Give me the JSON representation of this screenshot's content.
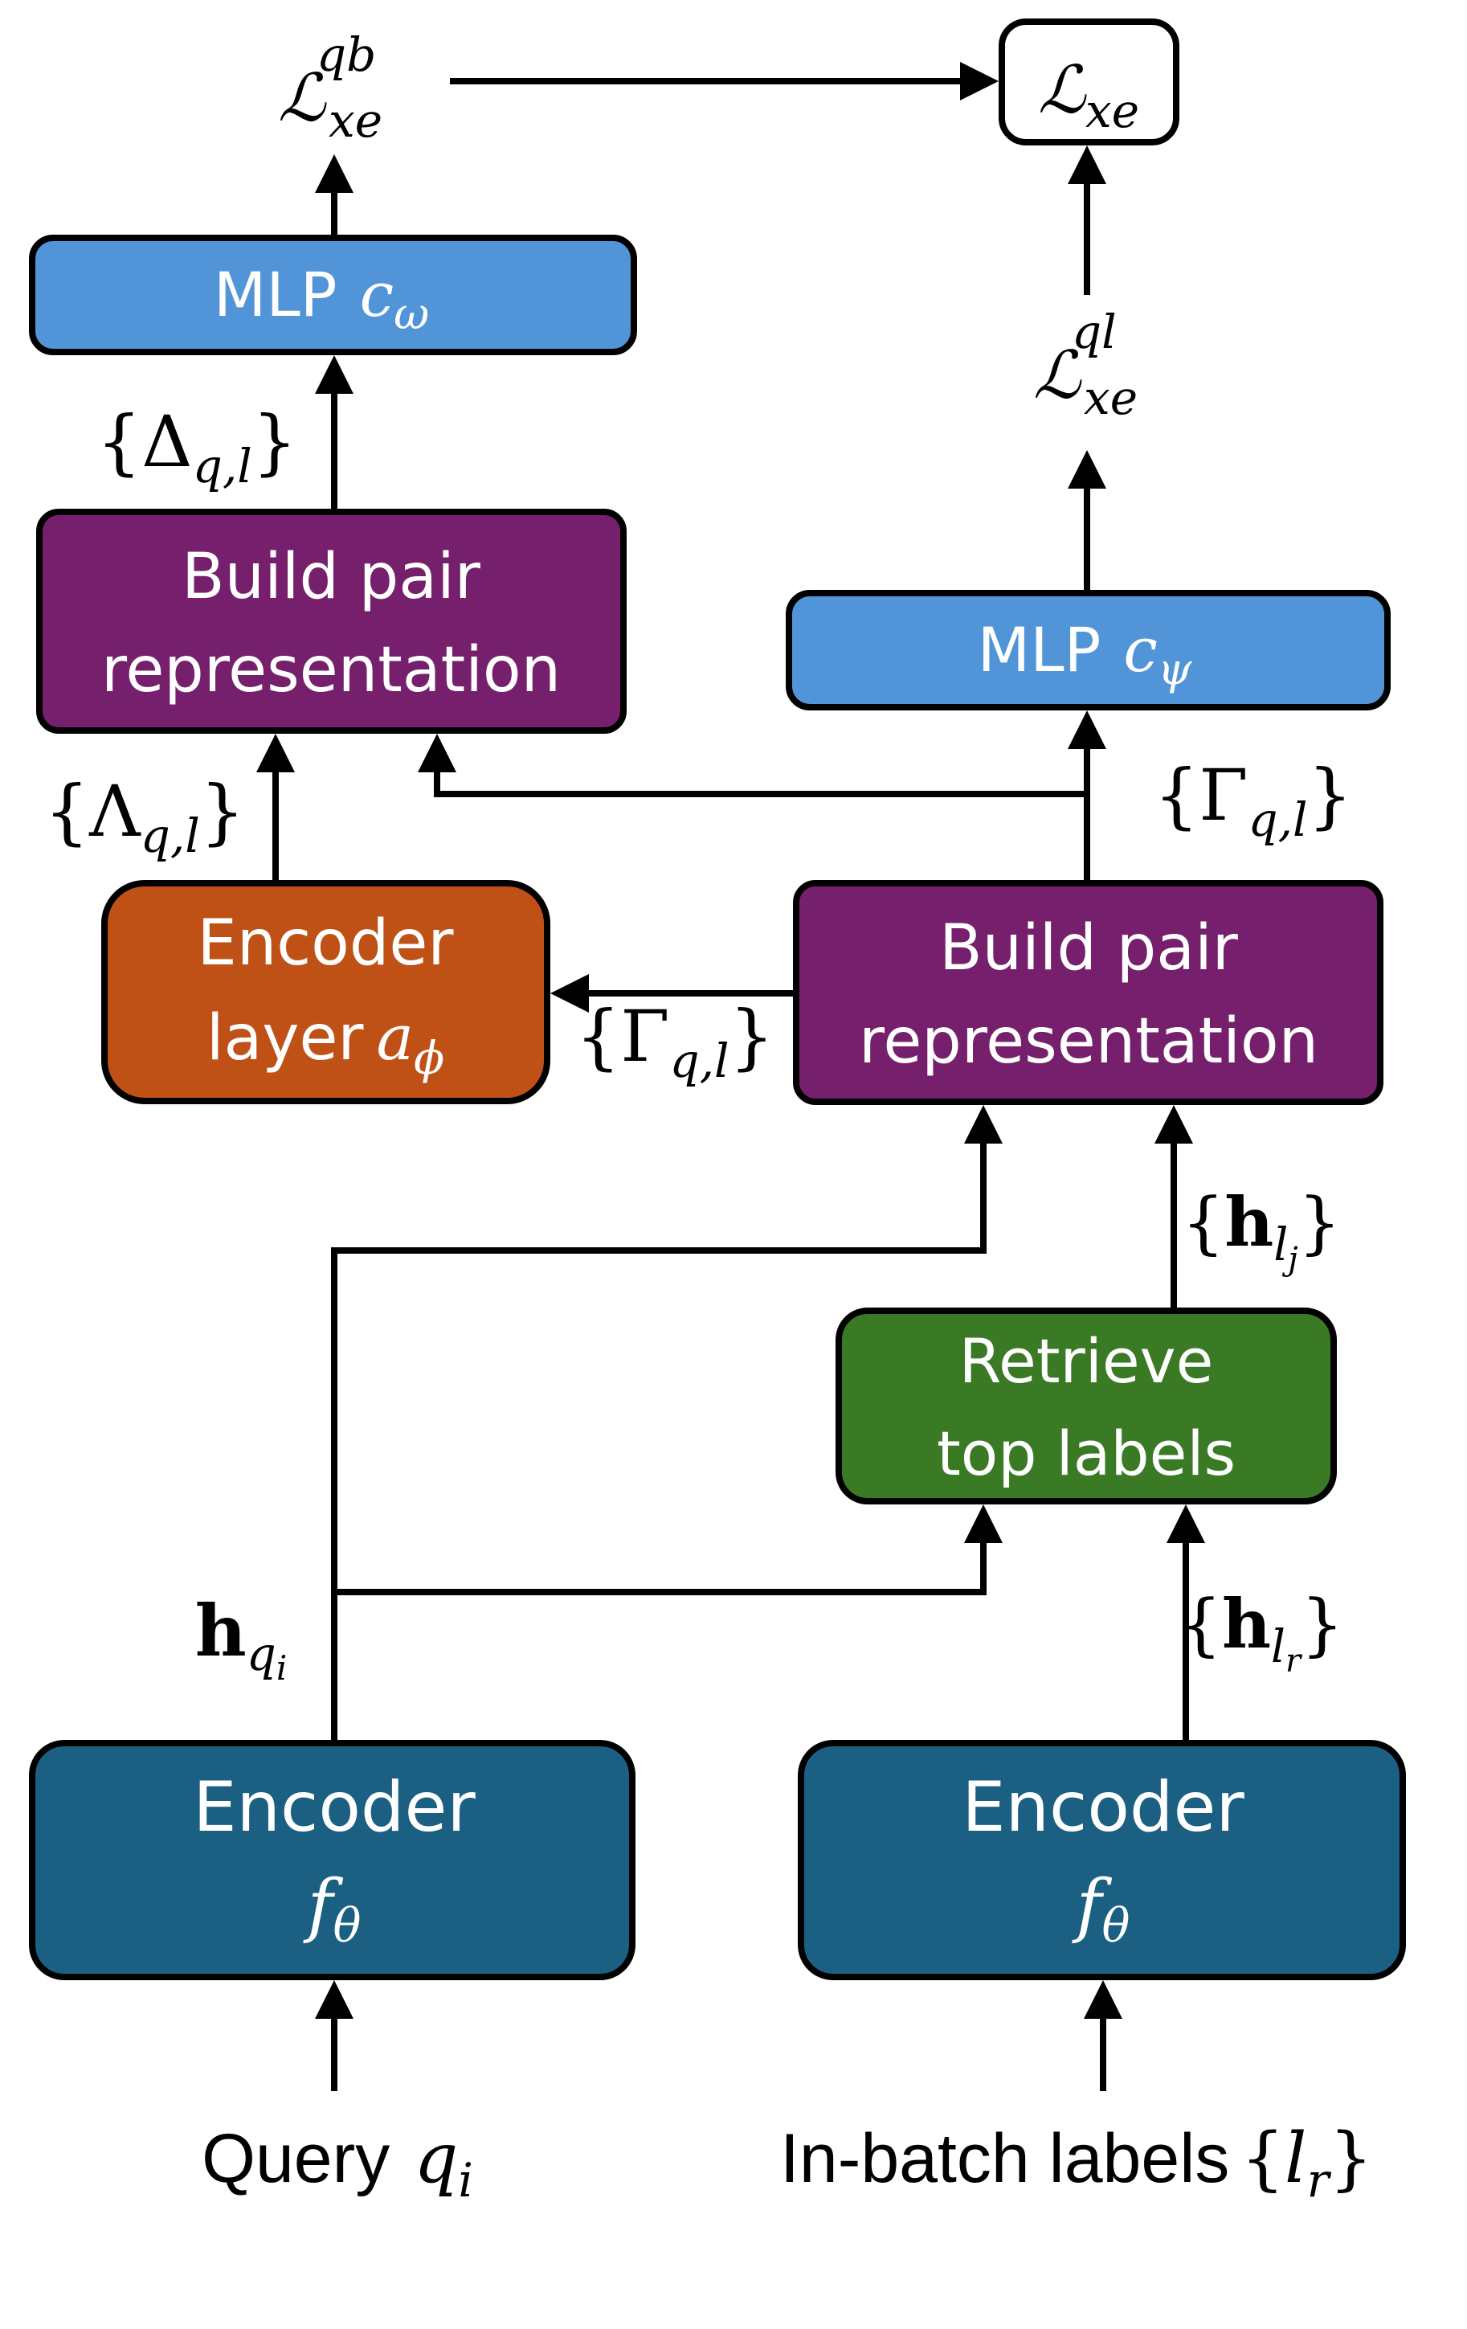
{
  "colors": {
    "mlp": "#5195d8",
    "build_pair": "#76206d",
    "encoder_layer": "#bf5117",
    "retrieve": "#3a7a25",
    "encoder": "#1b5f82",
    "loss_box": "#ffffff",
    "line": "#000000"
  },
  "nodes": {
    "loss_total": {
      "base": "ℒ",
      "sub": "xe"
    },
    "loss_qb": {
      "base": "ℒ",
      "sub": "xe",
      "sup": "qb"
    },
    "loss_ql": {
      "base": "ℒ",
      "sub": "xe",
      "sup": "ql"
    },
    "mlp_omega": {
      "text": "MLP",
      "math": "c",
      "sub": "ω"
    },
    "mlp_psi": {
      "text": "MLP",
      "math": "c",
      "sub": "ψ"
    },
    "build_pair_left": {
      "line1": "Build pair",
      "line2": "representation"
    },
    "build_pair_right": {
      "line1": "Build pair",
      "line2": "representation"
    },
    "encoder_layer": {
      "line1": "Encoder",
      "line2": "layer",
      "math": "a",
      "sub": "ϕ"
    },
    "retrieve": {
      "line1": "Retrieve",
      "line2": "top labels"
    },
    "encoder_query": {
      "line1": "Encoder",
      "math": "f",
      "sub": "θ"
    },
    "encoder_labels": {
      "line1": "Encoder",
      "math": "f",
      "sub": "θ"
    }
  },
  "edge_labels": {
    "delta": {
      "open": "{",
      "sym": "Δ",
      "sub": "q,l",
      "close": "}"
    },
    "lambda": {
      "open": "{",
      "sym": "Λ",
      "sub": "q,l",
      "close": "}"
    },
    "gamma_upper": {
      "open": "{",
      "sym": "Γ",
      "sub": "q,l",
      "close": "}"
    },
    "gamma_lower": {
      "open": "{",
      "sym": "Γ",
      "sub": "q,l",
      "close": "}"
    },
    "h_lj": {
      "open": "{",
      "sym": "h",
      "sub": "l",
      "subsub": "j",
      "close": "}"
    },
    "h_lr": {
      "open": "{",
      "sym": "h",
      "sub": "l",
      "subsub": "r",
      "close": "}"
    },
    "h_qi": {
      "sym": "h",
      "sub": "q",
      "subsub": "i"
    }
  },
  "inputs": {
    "query": {
      "text": "Query",
      "math": "q",
      "sub": "i"
    },
    "labels": {
      "text": "In-batch labels",
      "open": "{",
      "math": "l",
      "sub": "r",
      "close": "}"
    }
  }
}
